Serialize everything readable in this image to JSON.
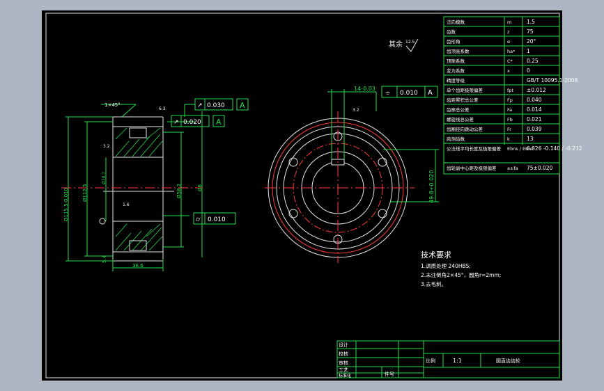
{
  "colors": {
    "background": "#adb6c2",
    "sheet": "#000000",
    "line": "#22e04a",
    "outline": "#e6e6e6",
    "center_line": "#ff3b3b",
    "text": "#ffffff"
  },
  "surface_note": {
    "prefix": "其余",
    "value": "12.5"
  },
  "param_table": [
    {
      "name": "法向模数",
      "sym": "m",
      "value": "1.5"
    },
    {
      "name": "齿数",
      "sym": "z",
      "value": "75"
    },
    {
      "name": "齿形角",
      "sym": "α",
      "value": "20°"
    },
    {
      "name": "齿顶高系数",
      "sym": "ha*",
      "value": "1"
    },
    {
      "name": "顶隙系数",
      "sym": "C*",
      "value": "0.25"
    },
    {
      "name": "变为系数",
      "sym": "x",
      "value": "0"
    },
    {
      "name": "精度等级",
      "sym": "",
      "value": "GB/T 10095.1-2008"
    },
    {
      "name": "单个齿距极限偏差",
      "sym": "fpt",
      "value": "±0.012"
    },
    {
      "name": "齿距累积总公差",
      "sym": "Fp",
      "value": "0.040"
    },
    {
      "name": "齿廓总公差",
      "sym": "Fa",
      "value": "0.014"
    },
    {
      "name": "螺旋线总公差",
      "sym": "Fb",
      "value": "0.021"
    },
    {
      "name": "齿圈径向跳动公差",
      "sym": "Fr",
      "value": "0.039"
    },
    {
      "name": "跨测齿数",
      "sym": "k",
      "value": "13"
    },
    {
      "name": "公法线平均长度及极限偏差",
      "sym": "Ebns / Ebni",
      "value": "6.826 -0.140 / -0.212"
    },
    {
      "name": "齿轮副中心距及极限偏差",
      "sym": "a±fa",
      "value": "75±0.020"
    }
  ],
  "tech_req": {
    "title": "技术要求",
    "lines": [
      "1.调质处理 240HBS;",
      "2.未注倒角2×45°，圆角r=2mm;",
      "3.去毛刺。"
    ]
  },
  "title_block": {
    "roles": [
      "设计",
      "校核",
      "审核",
      "工艺",
      "标准化"
    ],
    "part_no_label": "件号",
    "scale_label": "比例",
    "scale_value": "1:1",
    "part_name": "圆直齿齿轮"
  },
  "left_view": {
    "chamfer": "1×45°",
    "roughness_marks": [
      "6.3",
      "3.2",
      "1.6"
    ],
    "gdt": [
      {
        "sym": "↗",
        "value": "0.030",
        "datum": "A"
      },
      {
        "sym": "↗",
        "value": "0.020",
        "datum": "A"
      },
      {
        "sym": "⌭",
        "value": "0.010",
        "datum": ""
      }
    ],
    "dims_v": [
      "Ø115.5-0.010",
      "Ø112.5",
      "Ø70.7",
      "Ø58.2",
      "Ø6"
    ],
    "dims_h": [
      "5.4",
      "36.6"
    ]
  },
  "right_view": {
    "keyway_width": "14-0.03",
    "keyway_depth": "49.8+0.020",
    "gdt": {
      "sym": "⌯",
      "value": "0.010",
      "datum": "A"
    },
    "roughness": "3.2"
  }
}
